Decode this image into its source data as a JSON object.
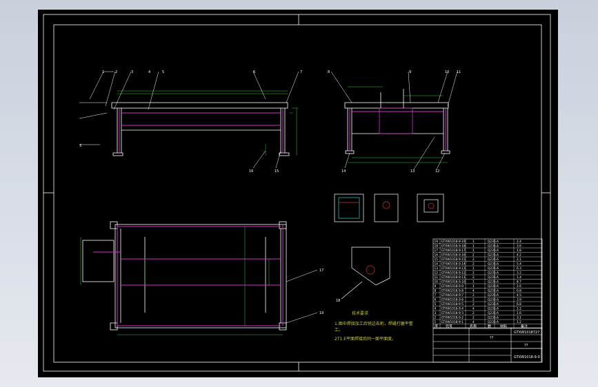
{
  "viewport": {
    "background": "#000000",
    "line_color": "#ffffff",
    "accent_color": "#cc33cc",
    "dim_color": "#33cc33",
    "callout_color": "#cccc33"
  },
  "callouts_front": [
    "1",
    "2",
    "3",
    "4",
    "5",
    "6",
    "7",
    "15",
    "16",
    "3"
  ],
  "callouts_side": [
    "8",
    "9",
    "10",
    "11",
    "14",
    "13",
    "12"
  ],
  "callouts_plan": [
    "17",
    "18",
    "19"
  ],
  "notes": {
    "title": "技术要求",
    "line1": "1.图中焊接加工后锐边去刺，焊缝打磨平整",
    "line1b": "工。",
    "line2": "2T1.E平面焊接后同一面平面度。"
  },
  "parts_list": {
    "rows": [
      {
        "no": "19",
        "code": "GTXW1018-9-19",
        "qty": "1",
        "mat": "Q235-A",
        "wt": "2.4"
      },
      {
        "no": "18",
        "code": "GTXW1018-9-18",
        "qty": "1",
        "mat": "Q235-A",
        "wt": "3.6"
      },
      {
        "no": "17",
        "code": "GTXW1018-9-17",
        "qty": "1",
        "mat": "Q235-A",
        "wt": "1.8"
      },
      {
        "no": "16",
        "code": "GTXW1018-9-16",
        "qty": "2",
        "mat": "Q235-A",
        "wt": "4.2"
      },
      {
        "no": "15",
        "code": "GTXW1018-9-15",
        "qty": "2",
        "mat": "Q235-A",
        "wt": "2.1"
      },
      {
        "no": "14",
        "code": "GTXW1018-9-14",
        "qty": "2",
        "mat": "Q235-A",
        "wt": "5.4"
      },
      {
        "no": "13",
        "code": "GTXW1018-9-13",
        "qty": "1",
        "mat": "Q235-A",
        "wt": "6.3"
      },
      {
        "no": "12",
        "code": "GTXW1018-9-12",
        "qty": "2",
        "mat": "Q235-A",
        "wt": "3.2"
      },
      {
        "no": "11",
        "code": "GTXW1018-9-11",
        "qty": "2",
        "mat": "Q235-A",
        "wt": "1.4"
      },
      {
        "no": "10",
        "code": "GTXW1018-9-10",
        "qty": "1",
        "mat": "Q235-A",
        "wt": "8.7"
      },
      {
        "no": "9",
        "code": "GTXW1018-9-9",
        "qty": "1",
        "mat": "Q235-A",
        "wt": "2.6"
      },
      {
        "no": "8",
        "code": "GTXW1018-9-8",
        "qty": "4",
        "mat": "Q235-A",
        "wt": "0.8"
      },
      {
        "no": "7",
        "code": "GTXW1018-9-7",
        "qty": "2",
        "mat": "Q235-A",
        "wt": "4.5"
      },
      {
        "no": "6",
        "code": "GTXW1018-9-6",
        "qty": "2",
        "mat": "Q235-A",
        "wt": "3.9"
      },
      {
        "no": "5",
        "code": "GTXW1018-9-5",
        "qty": "2",
        "mat": "Q235-A",
        "wt": "6.8"
      },
      {
        "no": "4",
        "code": "GTXW1018-9-4",
        "qty": "4",
        "mat": "Q235-A",
        "wt": "2.2"
      },
      {
        "no": "3",
        "code": "GTXW1018-9-3",
        "qty": "2",
        "mat": "Q235-A",
        "wt": "1.6"
      },
      {
        "no": "2",
        "code": "GTXW1018-9-2",
        "qty": "2",
        "mat": "Q235-A",
        "wt": "3.1"
      },
      {
        "no": "1",
        "code": "GTXW1018-9-1",
        "qty": "4",
        "mat": "Q235-A",
        "wt": "1.2"
      }
    ],
    "header": {
      "no": "序",
      "code": "代号",
      "name": "名称",
      "qty": "数",
      "mat": "材料",
      "note": "备注"
    }
  },
  "title_block": {
    "drawing_no_top": "GTXW1018727",
    "drawing_no": "GTXW1018-9-0",
    "name_top": "??",
    "name_bottom": "??"
  }
}
